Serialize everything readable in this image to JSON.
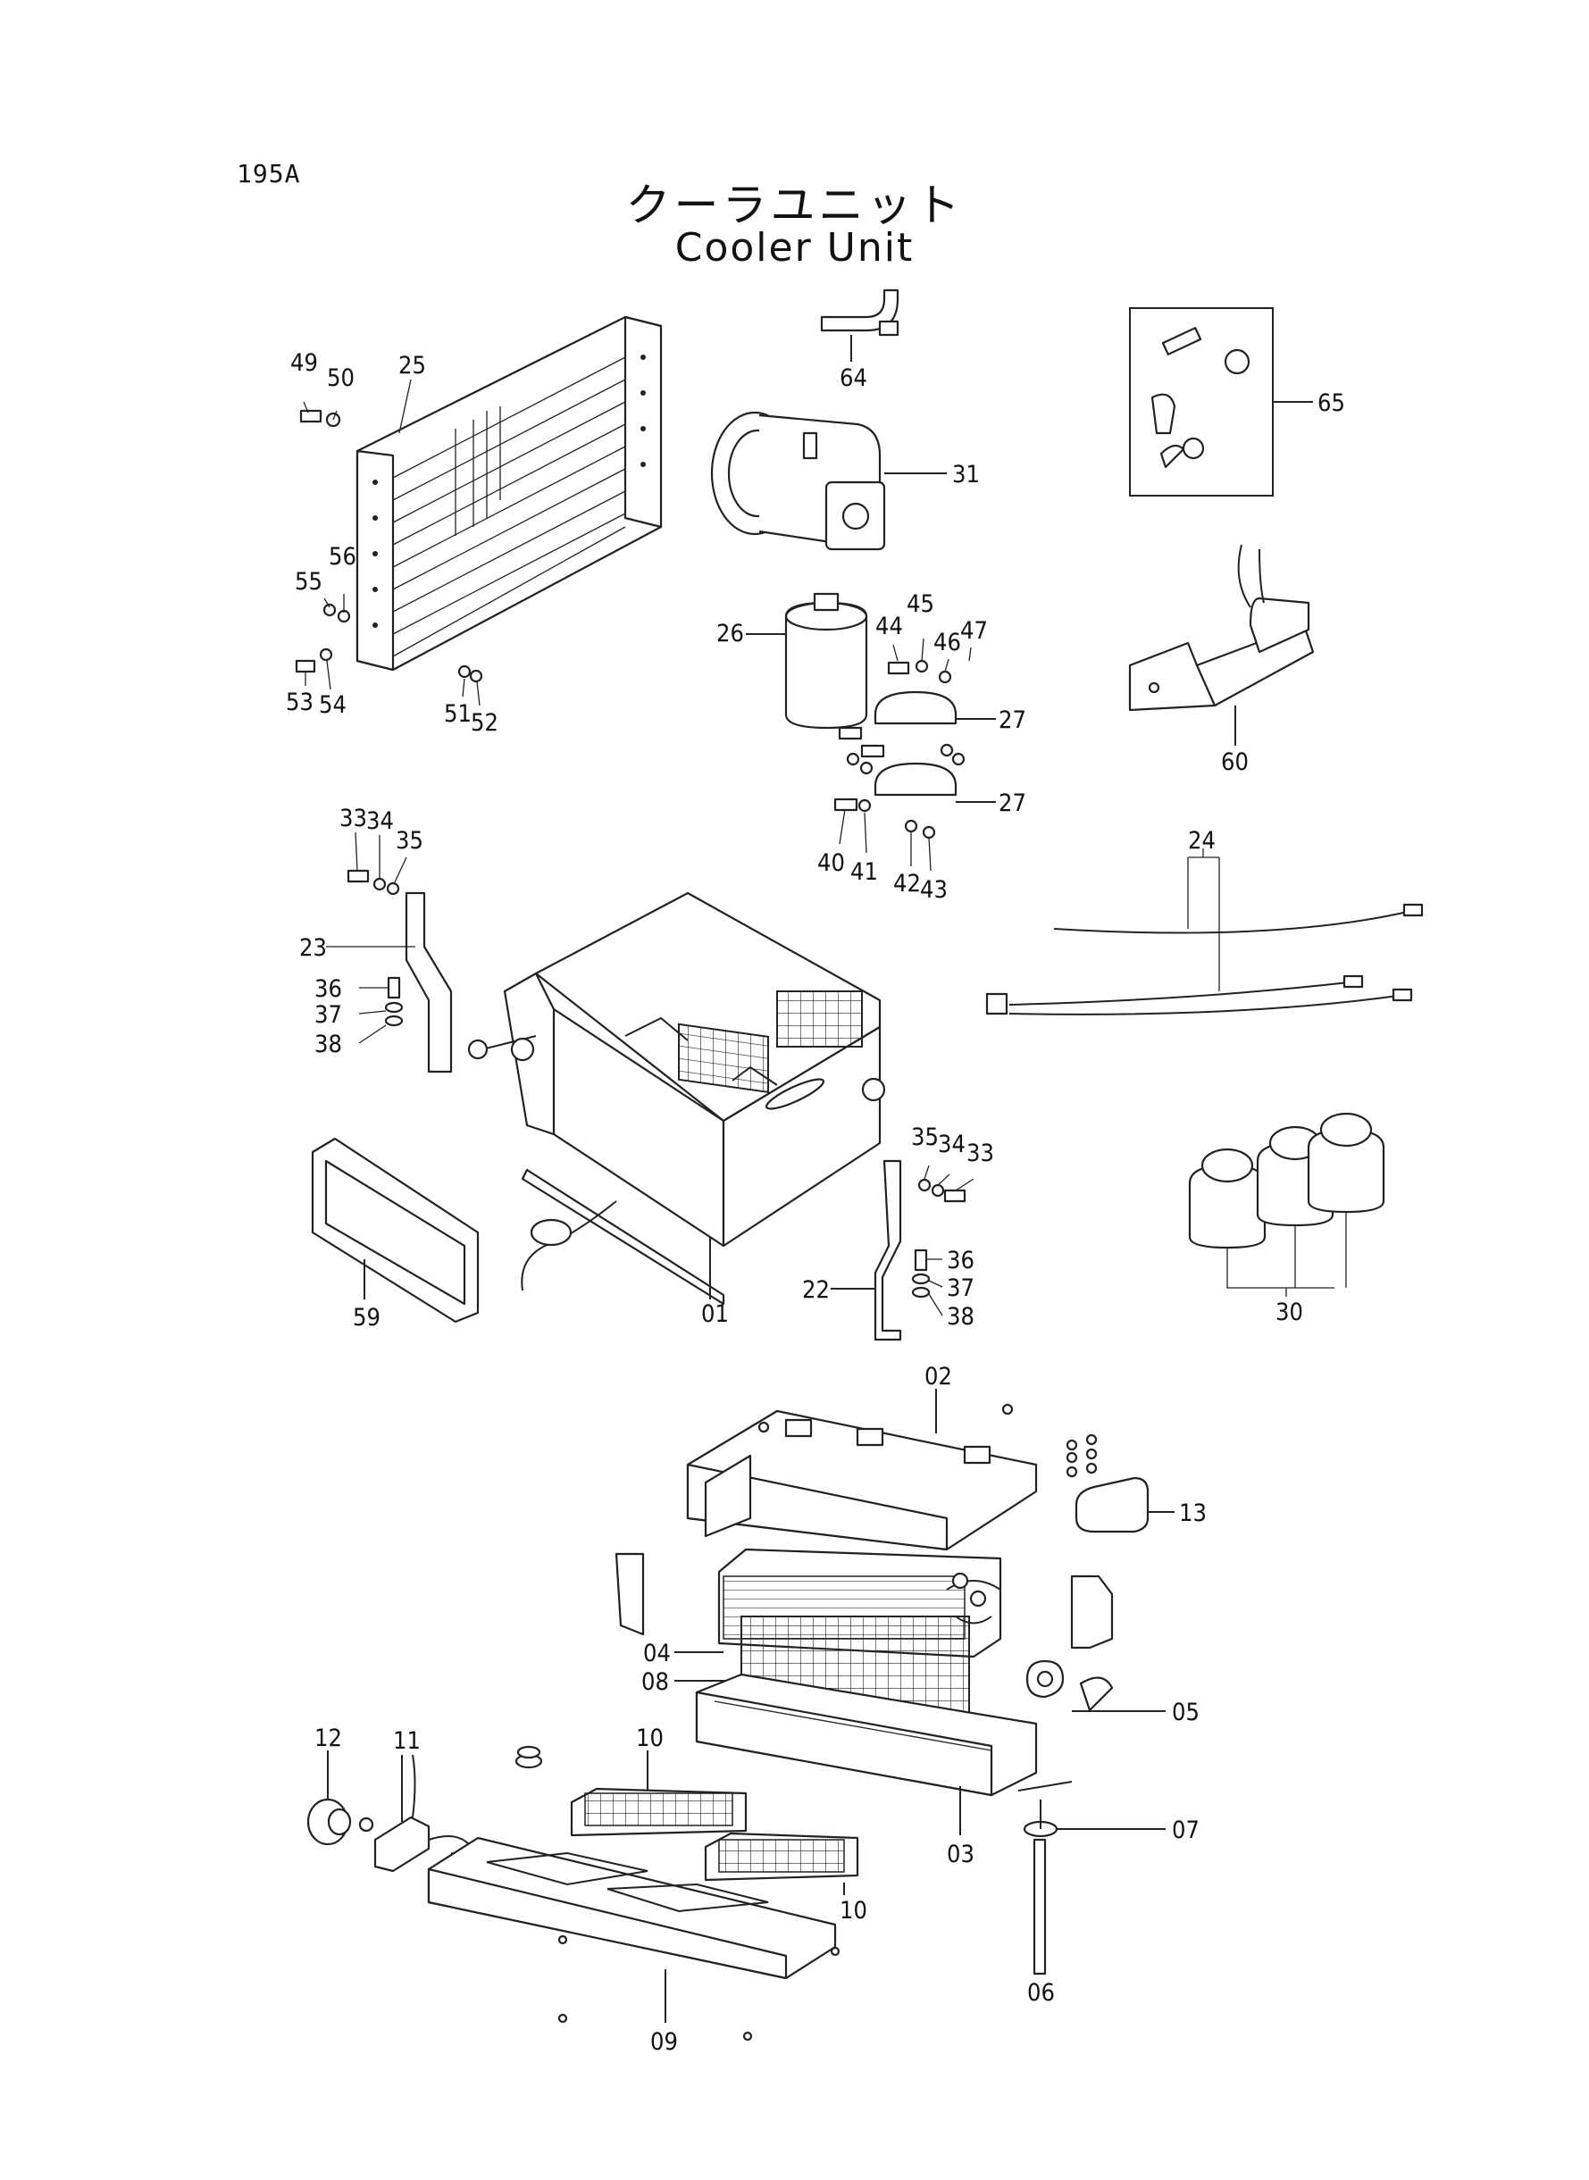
{
  "page_number": "195A",
  "title_jp": "クーラユニット",
  "title_en": "Cooler Unit",
  "callouts": [
    "01",
    "02",
    "03",
    "04",
    "05",
    "06",
    "07",
    "08",
    "09",
    "10",
    "11",
    "12",
    "13",
    "22",
    "23",
    "24",
    "25",
    "26",
    "27",
    "30",
    "31",
    "33",
    "34",
    "35",
    "36",
    "37",
    "38",
    "40",
    "41",
    "42",
    "43",
    "44",
    "45",
    "46",
    "47",
    "49",
    "50",
    "51",
    "52",
    "53",
    "54",
    "55",
    "56",
    "59",
    "60",
    "64",
    "65"
  ]
}
